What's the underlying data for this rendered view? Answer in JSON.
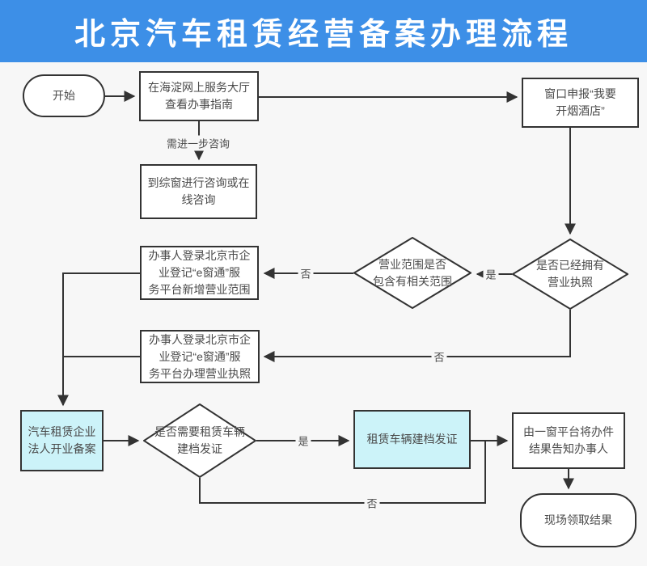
{
  "title": "北京汽车租赁经营备案办理流程",
  "colors": {
    "banner_blue": "#3D8FE7",
    "page_bg": "#F7F7F7",
    "node_border": "#333333",
    "text": "#4A4A4A",
    "highlight_cyan": "#CCF3F9",
    "line": "#333333"
  },
  "nodes": {
    "start": {
      "label": "开始",
      "type": "terminal"
    },
    "guide": {
      "label": "在海淀网上服务大厅\n查看办事指南",
      "type": "process"
    },
    "window_report": {
      "label": "窗口申报“我要\n开烟酒店”",
      "type": "process"
    },
    "consult": {
      "label": "到综窗进行咨询或在\n线咨询",
      "type": "process"
    },
    "has_license": {
      "label": "是否已经拥有\n营业执照",
      "type": "decision"
    },
    "scope_check": {
      "label": "营业范围是否\n包含有相关范围",
      "type": "decision"
    },
    "add_scope": {
      "label": "办事人登录北京市企\n业登记“e窗通”服\n务平台新增营业范围",
      "type": "process"
    },
    "apply_license": {
      "label": "办事人登录北京市企\n业登记“e窗通”服\n务平台办理营业执照",
      "type": "process"
    },
    "filing": {
      "label": "汽车租赁企业\n法人开业备案",
      "type": "process-highlight"
    },
    "need_vehicle_cert": {
      "label": "是否需要租赁车辆\n建档发证",
      "type": "decision"
    },
    "vehicle_cert": {
      "label": "租赁车辆建档发证",
      "type": "process-highlight"
    },
    "notify_result": {
      "label": "由一窗平台将办件\n结果告知办事人",
      "type": "process"
    },
    "collect_result": {
      "label": "现场领取结果",
      "type": "terminal"
    }
  },
  "edge_labels": {
    "need_more_consult": "需进一步咨询",
    "has_license_yes": "是",
    "has_license_no": "否",
    "scope_no": "否",
    "need_vehicle_yes": "是",
    "need_vehicle_no": "否"
  }
}
